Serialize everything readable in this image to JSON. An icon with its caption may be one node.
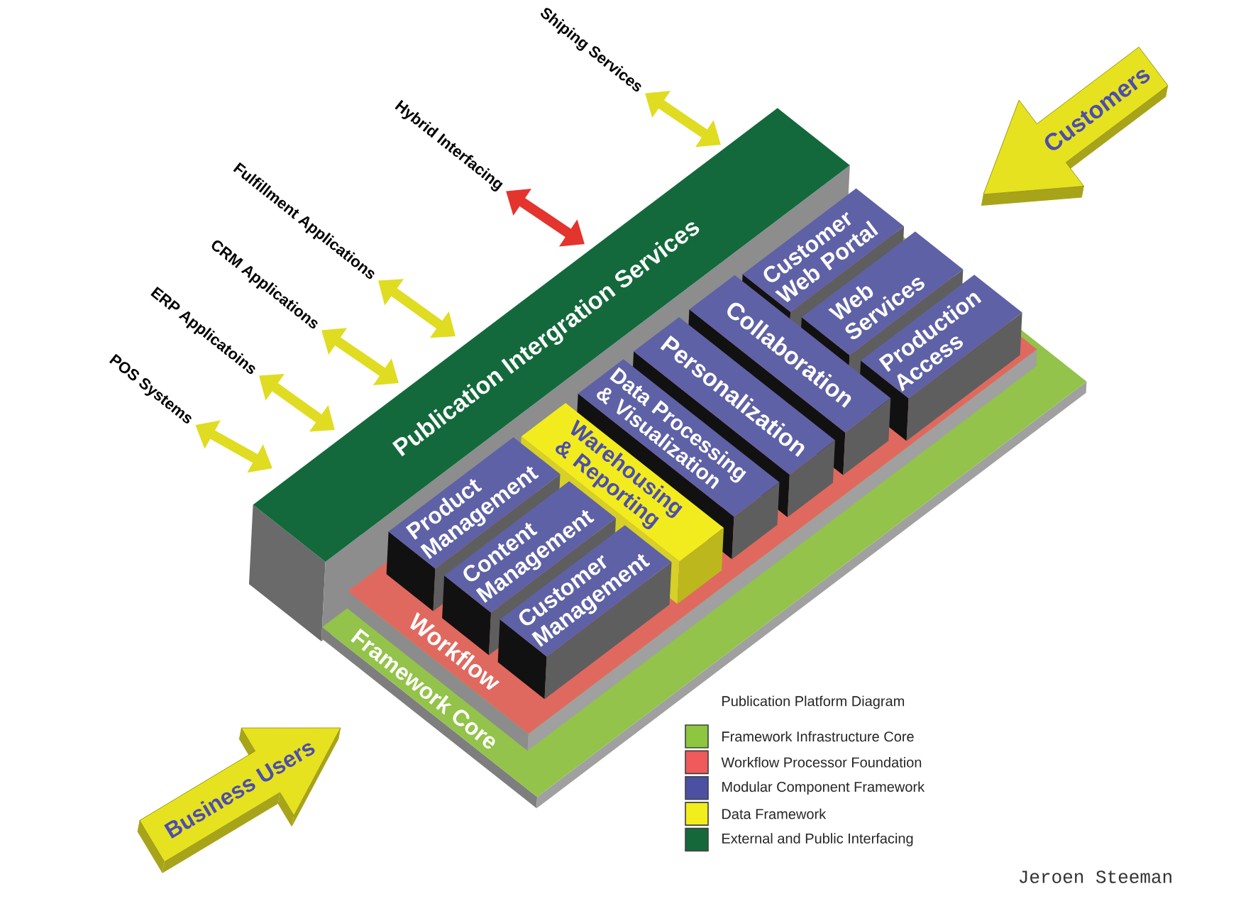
{
  "diagram": {
    "title": "Publication Platform Diagram",
    "nodes": [
      {
        "text": [
          "Shiping Services"
        ]
      },
      {
        "text": [
          "Hybrid Interfacing"
        ]
      },
      {
        "text": [
          "Fulfillment Applications"
        ]
      },
      {
        "text": [
          "CRM Applications"
        ]
      },
      {
        "text": [
          "ERP Applicatoins"
        ]
      },
      {
        "text": [
          "POS Systems"
        ]
      },
      {
        "text": [
          "Customers"
        ]
      },
      {
        "text": [
          "Publication Intergration Services"
        ]
      },
      {
        "text": [
          "Framework Core"
        ]
      },
      {
        "text": [
          "Workflow"
        ],
        "in": 8
      },
      {
        "text": [
          "Customer Web Portal"
        ],
        "in": 9
      },
      {
        "text": [
          "Web Services"
        ],
        "in": 9
      },
      {
        "text": [
          "Production Access"
        ],
        "in": 9
      },
      {
        "text": [
          "Collaboration"
        ],
        "in": 9
      },
      {
        "text": [
          "Personalization"
        ],
        "in": 9
      },
      {
        "text": [
          "Data Processing & Visualization"
        ],
        "in": 9
      },
      {
        "text": [
          "Warehousing & Reporting"
        ],
        "in": 9
      },
      {
        "text": [
          "Product Management"
        ],
        "in": 9
      },
      {
        "text": [
          "Content Management"
        ],
        "in": 9
      },
      {
        "text": [
          "Customer Management"
        ],
        "in": 9
      },
      {
        "text": [
          "Business Users"
        ]
      }
    ],
    "edges": [
      {
        "from": 0,
        "to": 7,
        "arrow": "both"
      },
      {
        "from": 1,
        "to": 7,
        "arrow": "both",
        "color": "#e3342e"
      },
      {
        "from": 2,
        "to": 7,
        "arrow": "both"
      },
      {
        "from": 3,
        "to": 7,
        "arrow": "both"
      },
      {
        "from": 4,
        "to": 7,
        "arrow": "both"
      },
      {
        "from": 5,
        "to": 7,
        "arrow": "both"
      }
    ],
    "labels": [
      "Jeroen Steeman"
    ],
    "legend": [
      {
        "text": "Framework Infrastructure Core",
        "color": "#8dc63f"
      },
      {
        "text": "Workflow Processor Foundation",
        "color": "#f05a5b"
      },
      {
        "text": "Modular Component Framework",
        "color": "#4b50a3"
      },
      {
        "text": "Data Framework",
        "color": "#f2ed1c"
      },
      {
        "text": "External and Public Interfacing",
        "color": "#14683a"
      }
    ]
  }
}
